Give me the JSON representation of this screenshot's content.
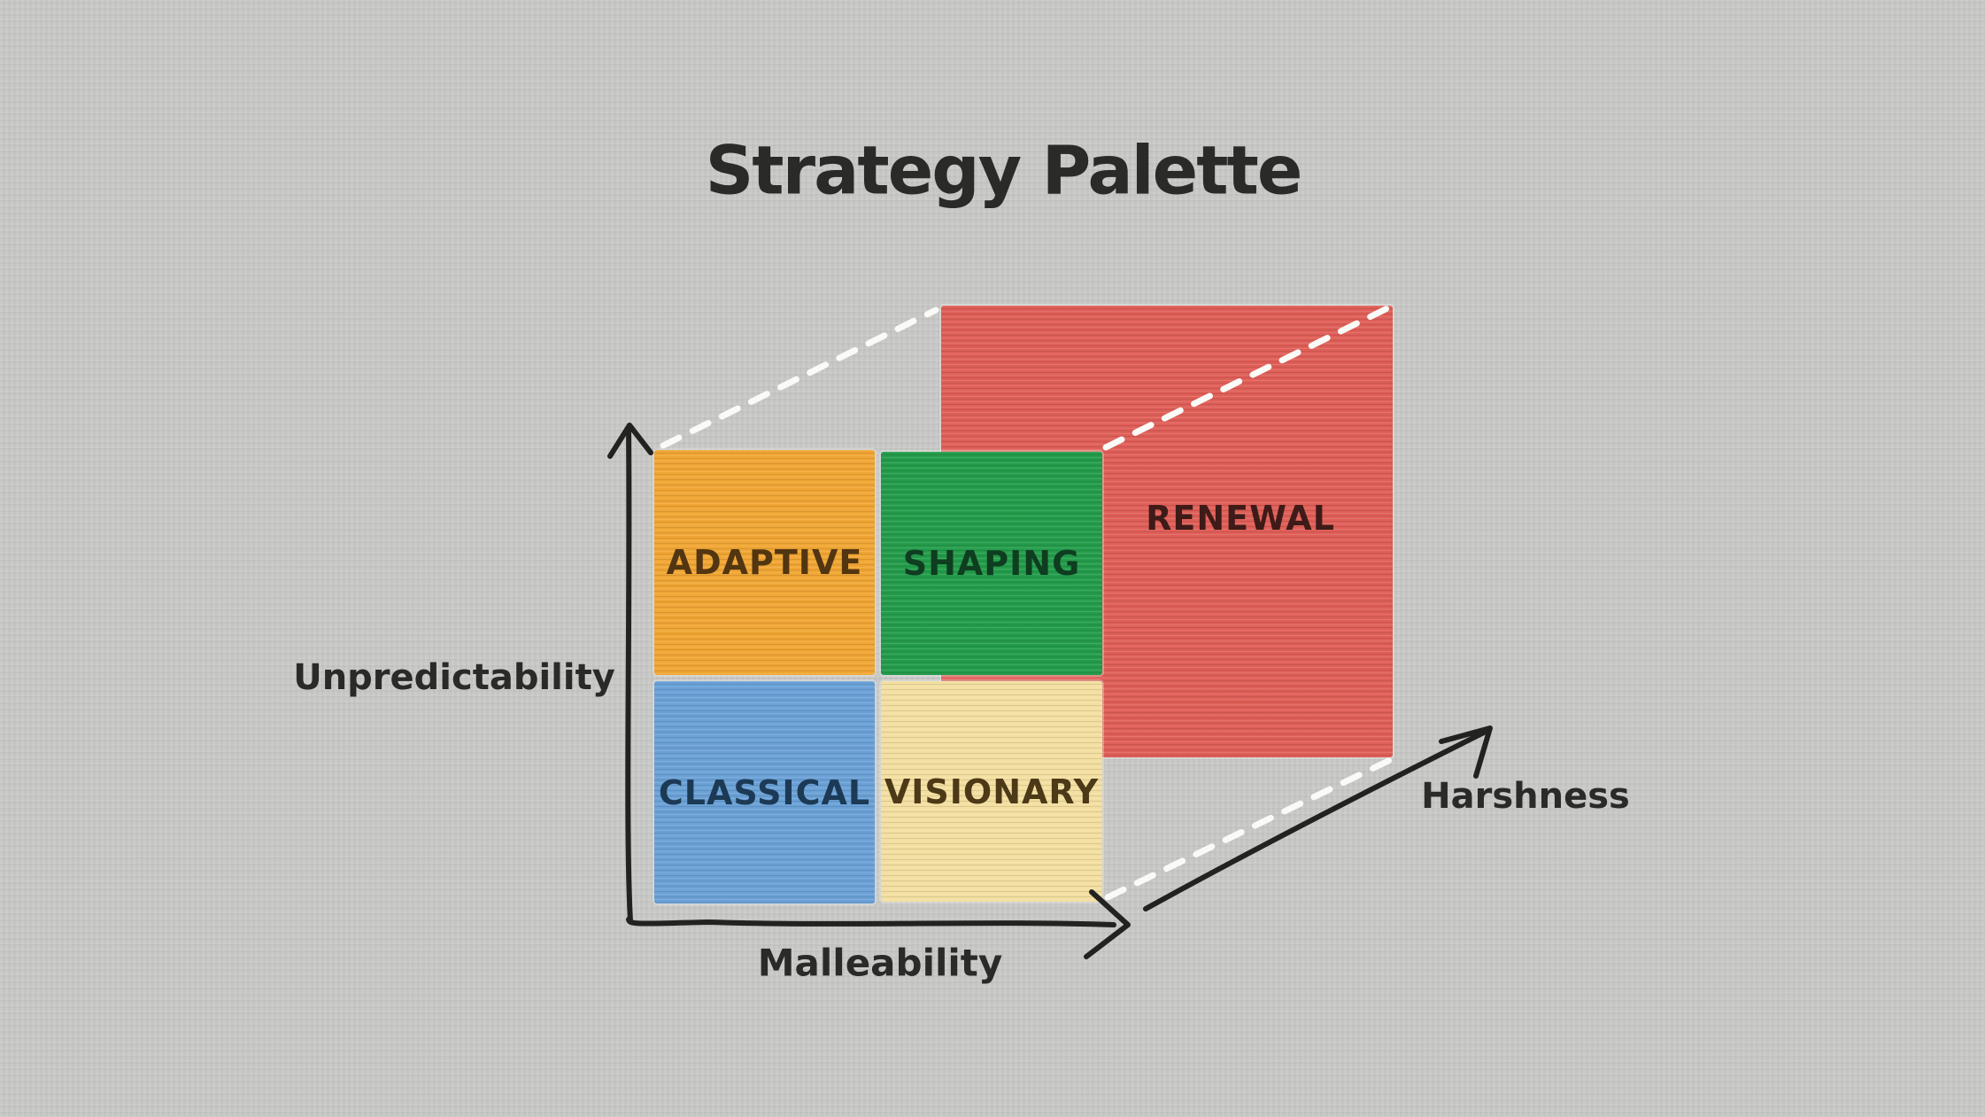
{
  "title": "Strategy Palette",
  "colors": {
    "background": "#c8c8c6",
    "ink": "#2a2a28",
    "line": "#222220",
    "dash": "#fafaf7"
  },
  "axes": {
    "y_label": "Unpredictability",
    "x_label": "Malleability",
    "z_label": "Harshness"
  },
  "quadrants": {
    "adaptive": {
      "label": "ADAPTIVE",
      "color": "#f0a634",
      "text_color": "#523511"
    },
    "shaping": {
      "label": "SHAPING",
      "color": "#249c4b",
      "text_color": "#0f3d20"
    },
    "classical": {
      "label": "CLASSICAL",
      "color": "#6ba1d6",
      "text_color": "#1c3a55"
    },
    "visionary": {
      "label": "VISIONARY",
      "color": "#f3dfa1",
      "text_color": "#4b3917"
    },
    "renewal": {
      "label": "RENEWAL",
      "color": "#df5f58",
      "text_color": "#3e1b18"
    }
  }
}
